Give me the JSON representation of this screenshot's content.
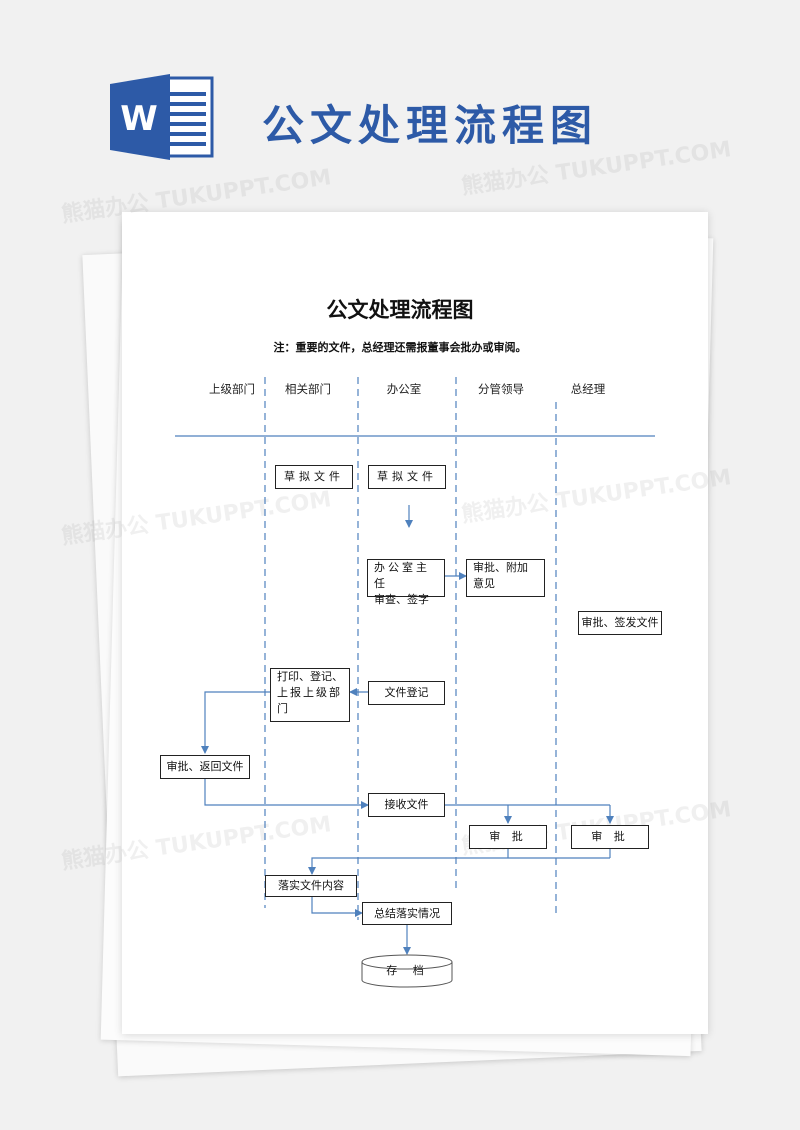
{
  "banner": {
    "title": "公文处理流程图",
    "logo_letter": "W",
    "brand_color": "#2d5aa7"
  },
  "document": {
    "title": "公文处理流程图",
    "note": "注：重要的文件，总经理还需报董事会批办或审阅。",
    "columns": [
      "上级部门",
      "相关部门",
      "办公室",
      "分管领导",
      "总经理"
    ],
    "boxes": {
      "draft_related": "草拟文件",
      "draft_office": "草拟文件",
      "office_director_review_l1": "办公室主任",
      "office_director_review_l2": "审查、签字",
      "leader_review_l1": "审批、附加",
      "leader_review_l2": "意见",
      "gm_sign": "审批、签发文件",
      "print_register_l1": "打印、登记、",
      "print_register_l2": "上报上级部",
      "print_register_l3": "门",
      "file_register": "文件登记",
      "superior_approve": "审批、返回文件",
      "receive_file": "接收文件",
      "leader_approve": "审 批",
      "gm_approve": "审 批",
      "implement": "落实文件内容",
      "summary": "总结落实情况",
      "archive": "存 档"
    },
    "line_color": "#4f81bd"
  },
  "watermark": {
    "text": "熊猫办公 TUKUPPT.COM"
  }
}
